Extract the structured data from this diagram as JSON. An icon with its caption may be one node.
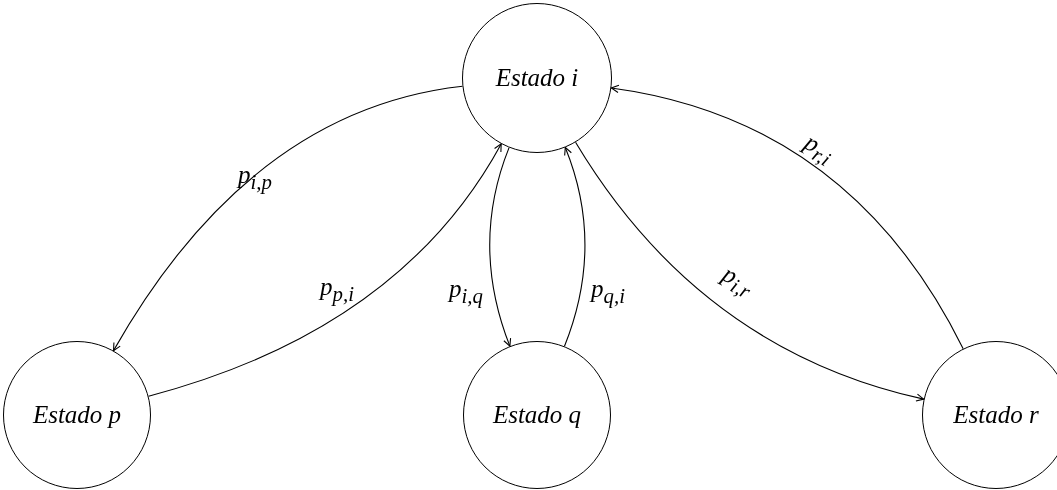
{
  "diagram": {
    "nodes": [
      {
        "text": [
          "Estado i"
        ]
      },
      {
        "text": [
          "Estado p"
        ]
      },
      {
        "text": [
          "Estado q"
        ]
      },
      {
        "text": [
          "Estado r"
        ]
      }
    ],
    "edges": [
      {
        "from": 0,
        "to": 1,
        "arrow": "to",
        "label": "p$_{i,p}$"
      },
      {
        "from": 1,
        "to": 0,
        "arrow": "to",
        "label": "p$_{p,i}$"
      },
      {
        "from": 0,
        "to": 2,
        "arrow": "to",
        "label": "p$_{i,q}$"
      },
      {
        "from": 2,
        "to": 0,
        "arrow": "to",
        "label": "p$_{q,i}$"
      },
      {
        "from": 0,
        "to": 3,
        "arrow": "to",
        "label": "p$_{i,r}$"
      },
      {
        "from": 3,
        "to": 0,
        "arrow": "to",
        "label": "p$_{r,i}$"
      }
    ]
  }
}
